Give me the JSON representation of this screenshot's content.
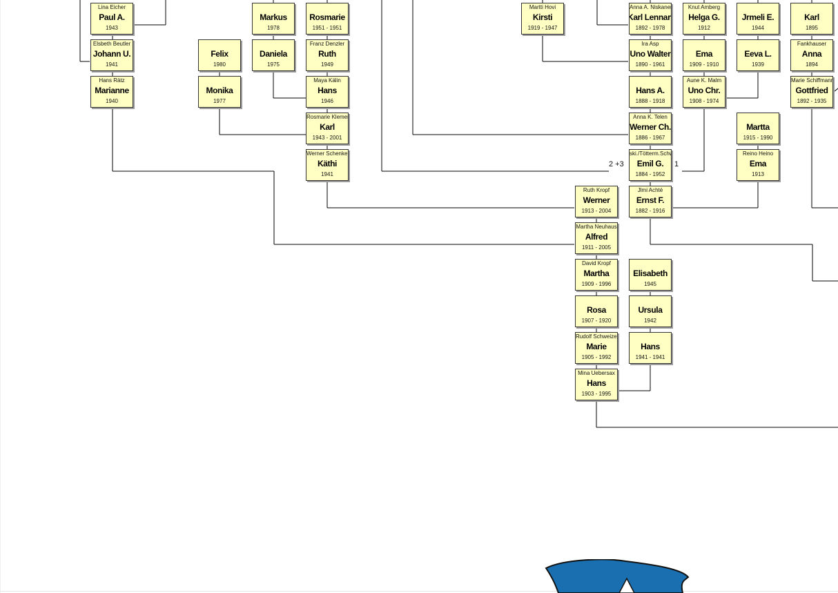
{
  "people": [
    {
      "id": "paul",
      "spouse": "Lina Eicher",
      "name": "Paul A.",
      "dates": "1943"
    },
    {
      "id": "johann",
      "spouse": "Elsbeth Beutler",
      "name": "Johann U.",
      "dates": "1941"
    },
    {
      "id": "marianne",
      "spouse": "Hans Rätz",
      "name": "Marianne",
      "dates": "1940"
    },
    {
      "id": "felix",
      "spouse": "",
      "name": "Felix",
      "dates": "1980"
    },
    {
      "id": "monika",
      "spouse": "",
      "name": "Monika",
      "dates": "1977"
    },
    {
      "id": "markus",
      "spouse": "",
      "name": "Markus",
      "dates": "1978"
    },
    {
      "id": "daniela",
      "spouse": "",
      "name": "Daniela",
      "dates": "1975"
    },
    {
      "id": "rosmarie",
      "spouse": "",
      "name": "Rosmarie",
      "dates": "1951 - 1951"
    },
    {
      "id": "ruth",
      "spouse": "Franz Denzler",
      "name": "Ruth",
      "dates": "1949"
    },
    {
      "id": "hans46",
      "spouse": "Maya Kälin",
      "name": "Hans",
      "dates": "1946"
    },
    {
      "id": "karl43",
      "spouse": "Rosmarie Klemenz",
      "name": "Karl",
      "dates": "1943 - 2001"
    },
    {
      "id": "kaethi",
      "spouse": "Werner Schenkel",
      "name": "Käthi",
      "dates": "1941"
    },
    {
      "id": "kirsti",
      "spouse": "Martti Hovi",
      "name": "Kirsti",
      "dates": "1919 - 1947"
    },
    {
      "id": "karlL",
      "spouse": "Anna A. Niskanen",
      "name": "Karl Lennart",
      "dates": "1892 - 1978"
    },
    {
      "id": "uno",
      "spouse": "Ira Asp",
      "name": "Uno Walter",
      "dates": "1890 - 1961"
    },
    {
      "id": "hansA",
      "spouse": "",
      "name": "Hans A.",
      "dates": "1888 - 1918"
    },
    {
      "id": "werner",
      "spouse": "Anna K. Telen",
      "name": "Werner Ch.",
      "dates": "1886 - 1967"
    },
    {
      "id": "emil",
      "spouse": "ski./Tötterm.Schw.",
      "name": "Emil G.",
      "dates": "1884 - 1952"
    },
    {
      "id": "helga",
      "spouse": "Knut Amberg",
      "name": "Helga G.",
      "dates": "1912"
    },
    {
      "id": "ema10",
      "spouse": "",
      "name": "Ema",
      "dates": "1909 - 1910"
    },
    {
      "id": "unoC",
      "spouse": "Aune K. Malm",
      "name": "Uno Chr.",
      "dates": "1908 - 1974"
    },
    {
      "id": "jrmeli",
      "spouse": "",
      "name": "Jrmeli E.",
      "dates": "1944"
    },
    {
      "id": "eeva",
      "spouse": "",
      "name": "Eeva L.",
      "dates": "1939"
    },
    {
      "id": "martta",
      "spouse": "",
      "name": "Martta",
      "dates": "1915 - 1990"
    },
    {
      "id": "ema13",
      "spouse": "Reino Heino",
      "name": "Ema",
      "dates": "1913"
    },
    {
      "id": "karl95",
      "spouse": "",
      "name": "Karl",
      "dates": "1895"
    },
    {
      "id": "anna",
      "spouse": "Fankhauser",
      "name": "Anna",
      "dates": "1894"
    },
    {
      "id": "gottfried",
      "spouse": "Marie Schiffmann",
      "name": "Gottfried",
      "dates": "1892 - 1935"
    },
    {
      "id": "wernerK",
      "spouse": "Ruth Kropf",
      "name": "Werner",
      "dates": "1913 - 2004"
    },
    {
      "id": "alfred",
      "spouse": "Martha Neuhaus",
      "name": "Alfred",
      "dates": "1911 - 2005"
    },
    {
      "id": "martha",
      "spouse": "David Kropf",
      "name": "Martha",
      "dates": "1909 - 1996"
    },
    {
      "id": "rosa",
      "spouse": "",
      "name": "Rosa",
      "dates": "1907 - 1920"
    },
    {
      "id": "marie",
      "spouse": "Rudolf Schweizer",
      "name": "Marie",
      "dates": "1905 - 1992"
    },
    {
      "id": "hans03",
      "spouse": "Mina Uebersax",
      "name": "Hans",
      "dates": "1903 - 1995"
    },
    {
      "id": "ernst",
      "spouse": "Jlmi Achté",
      "name": "Ernst F.",
      "dates": "1882 - 1916"
    },
    {
      "id": "elisabeth",
      "spouse": "",
      "name": "Elisabeth",
      "dates": "1945"
    },
    {
      "id": "ursula",
      "spouse": "",
      "name": "Ursula",
      "dates": "1942"
    },
    {
      "id": "hans41",
      "spouse": "",
      "name": "Hans",
      "dates": "1941 - 1941"
    }
  ],
  "notes": {
    "emil_left": "2 +3",
    "emil_right": "1"
  },
  "crest": {
    "color": "#1a6fb0",
    "icon": "coat-of-arms-icon"
  }
}
